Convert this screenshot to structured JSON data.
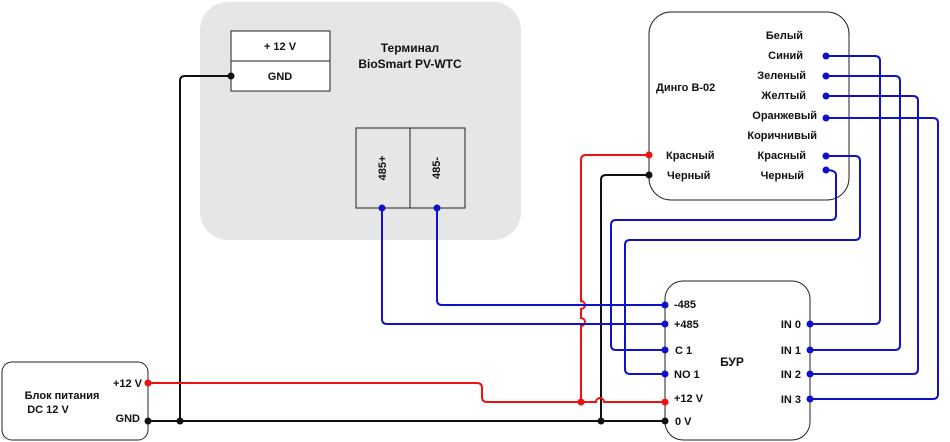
{
  "terminal": {
    "title_line1": "Терминал",
    "title_line2": "BioSmart PV-WTC",
    "power_plus": "+ 12 V",
    "power_gnd": "GND",
    "rs485_plus": "485+",
    "rs485_minus": "485-"
  },
  "dingo": {
    "name": "Динго В-02",
    "right_wires": [
      "Белый",
      "Синий",
      "Зеленый",
      "Желтый",
      "Оранжевый",
      "Коричнивый",
      "Красный",
      "Черный"
    ],
    "left_wires": [
      "Красный",
      "Черный"
    ]
  },
  "bur": {
    "name": "БУР",
    "left_pins": [
      "-485",
      "+485",
      "C 1",
      "NO 1",
      "+12 V",
      "0 V"
    ],
    "right_pins": [
      "IN 0",
      "IN 1",
      "IN 2",
      "IN 3"
    ]
  },
  "psu": {
    "name_line1": "Блок питания",
    "name_line2": "DC 12 V",
    "plus": "+12 V",
    "gnd": "GND"
  },
  "colors": {
    "red_wire": "#ee1111",
    "blue_wire": "#1111cc",
    "black_wire": "#111111",
    "terminal_fill": "#e6e6e6"
  }
}
